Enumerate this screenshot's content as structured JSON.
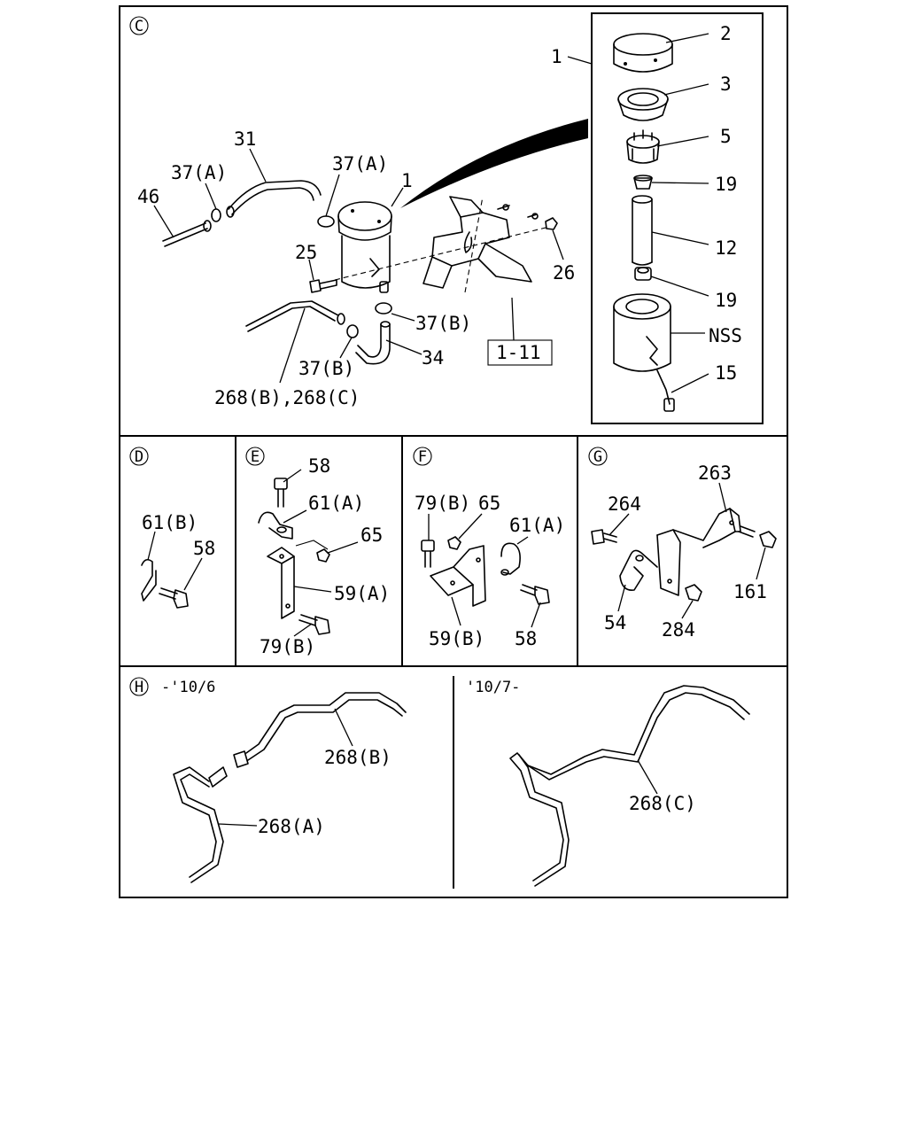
{
  "panels": {
    "C": {
      "marker": "C",
      "labels": {
        "l1_top": "1",
        "l2": "2",
        "l3": "3",
        "l5": "5",
        "l19_upper": "19",
        "l12": "12",
        "l19_lower": "19",
        "lNSS": "NSS",
        "l15": "15",
        "l31": "31",
        "l37A_left": "37(A)",
        "l37A_right": "37(A)",
        "l46": "46",
        "l1_tank": "1",
        "l25": "25",
        "l26": "26",
        "l37B_right": "37(B)",
        "l34": "34",
        "l37B_bottom": "37(B)",
        "l268BC": "268(B),268(C)",
        "ref_box": "1-11"
      }
    },
    "D": {
      "marker": "D",
      "labels": {
        "l61B": "61(B)",
        "l58": "58"
      }
    },
    "E": {
      "marker": "E",
      "labels": {
        "l58": "58",
        "l61A": "61(A)",
        "l65": "65",
        "l59A": "59(A)",
        "l79B": "79(B)"
      }
    },
    "F": {
      "marker": "F",
      "labels": {
        "l79B": "79(B)",
        "l65": "65",
        "l61A": "61(A)",
        "l59B": "59(B)",
        "l58": "58"
      }
    },
    "G": {
      "marker": "G",
      "labels": {
        "l264": "264",
        "l263": "263",
        "l161": "161",
        "l54": "54",
        "l284": "284"
      }
    },
    "H": {
      "marker": "H",
      "left_period": "-'10/6",
      "right_period": "'10/7-",
      "labels": {
        "l268B": "268(B)",
        "l268A": "268(A)",
        "l268C": "268(C)"
      }
    }
  }
}
